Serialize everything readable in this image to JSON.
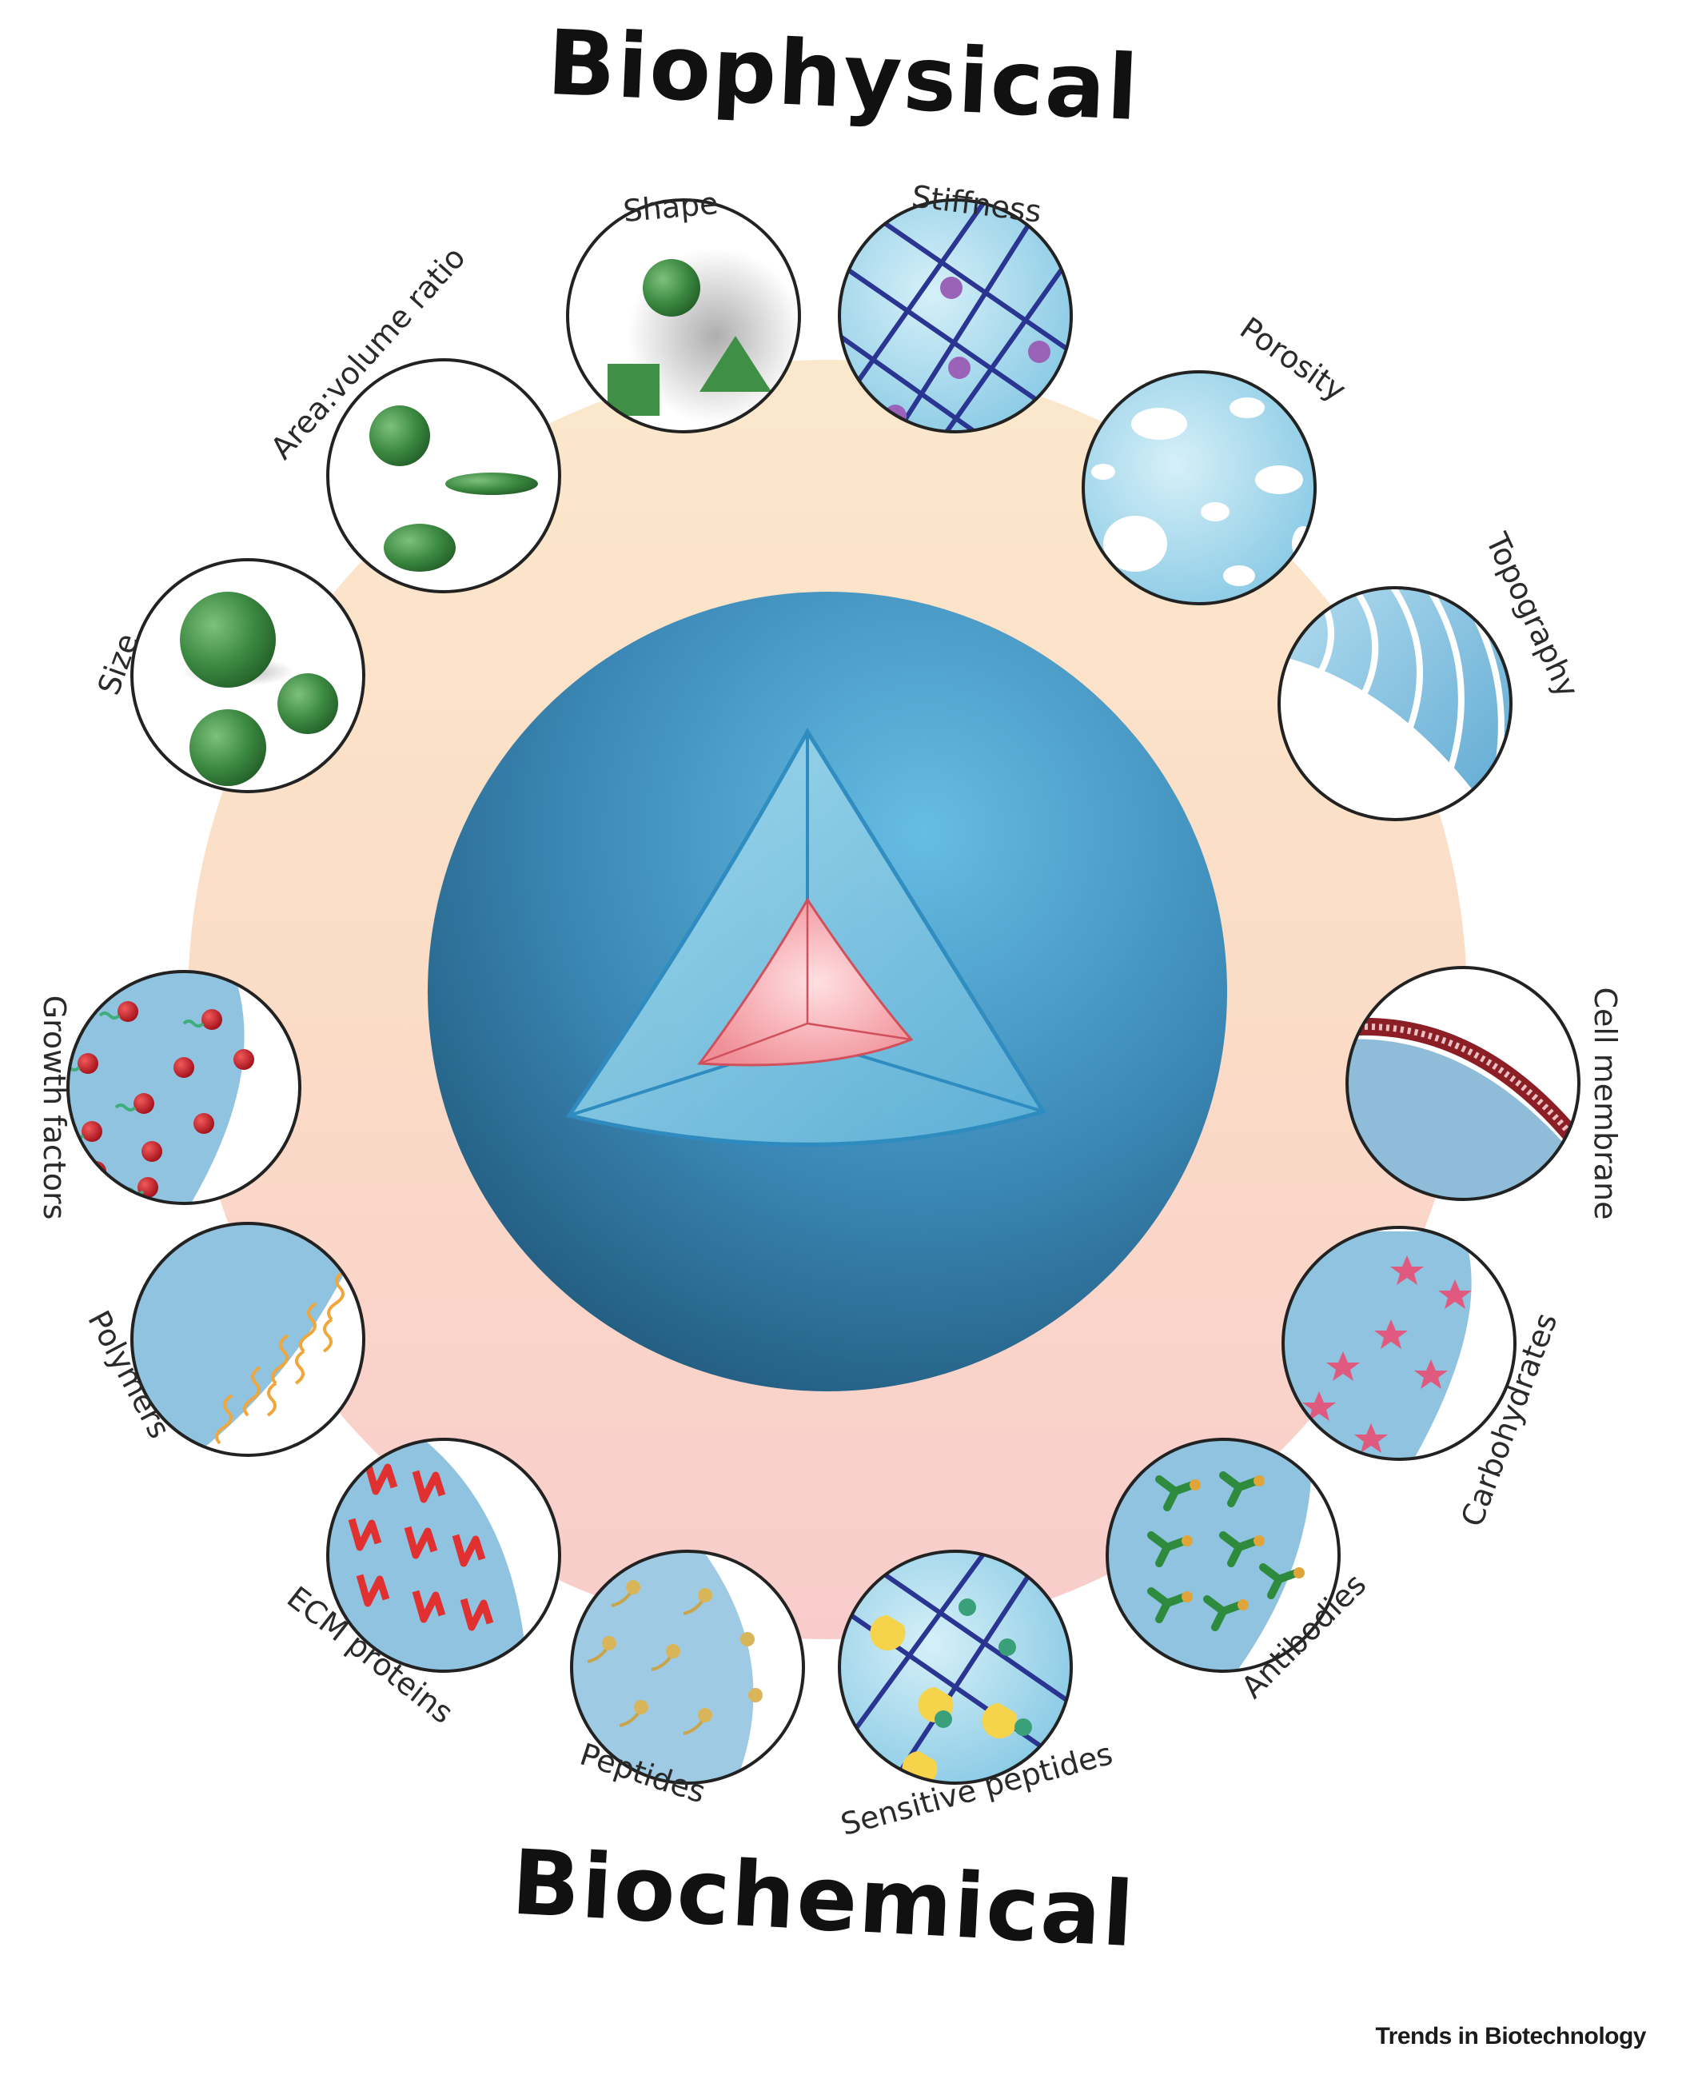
{
  "titles": {
    "top": "Biophysical",
    "bottom": "Biochemical"
  },
  "credit": "Trends in Biotechnology",
  "biophysical_items": [
    {
      "id": "size",
      "label": "Size"
    },
    {
      "id": "area-volume",
      "label": "Area:volume ratio"
    },
    {
      "id": "shape",
      "label": "Shape"
    },
    {
      "id": "stiffness",
      "label": "Stiffness"
    },
    {
      "id": "porosity",
      "label": "Porosity"
    },
    {
      "id": "topography",
      "label": "Topography"
    }
  ],
  "biochemical_items": [
    {
      "id": "cell-membrane",
      "label": "Cell membrane"
    },
    {
      "id": "carbohydrates",
      "label": "Carbohydrates"
    },
    {
      "id": "antibodies",
      "label": "Antibodies"
    },
    {
      "id": "sensitive-peptides",
      "label": "Sensitive peptides"
    },
    {
      "id": "peptides",
      "label": "Peptides"
    },
    {
      "id": "ecm-proteins",
      "label": "ECM proteins"
    },
    {
      "id": "polymers",
      "label": "Polymers"
    },
    {
      "id": "growth-factors",
      "label": "Growth factors"
    }
  ],
  "colors": {
    "ring_top": "#fbe4c8",
    "ring_bottom": "#f8cfcd",
    "sphere_light": "#5eb4dc",
    "sphere_dark": "#215f84",
    "core_pink": "#f7a3a8",
    "green_particle": "#3f8f46",
    "network_blue": "#2a3591",
    "node_purple": "#9a63b8"
  }
}
